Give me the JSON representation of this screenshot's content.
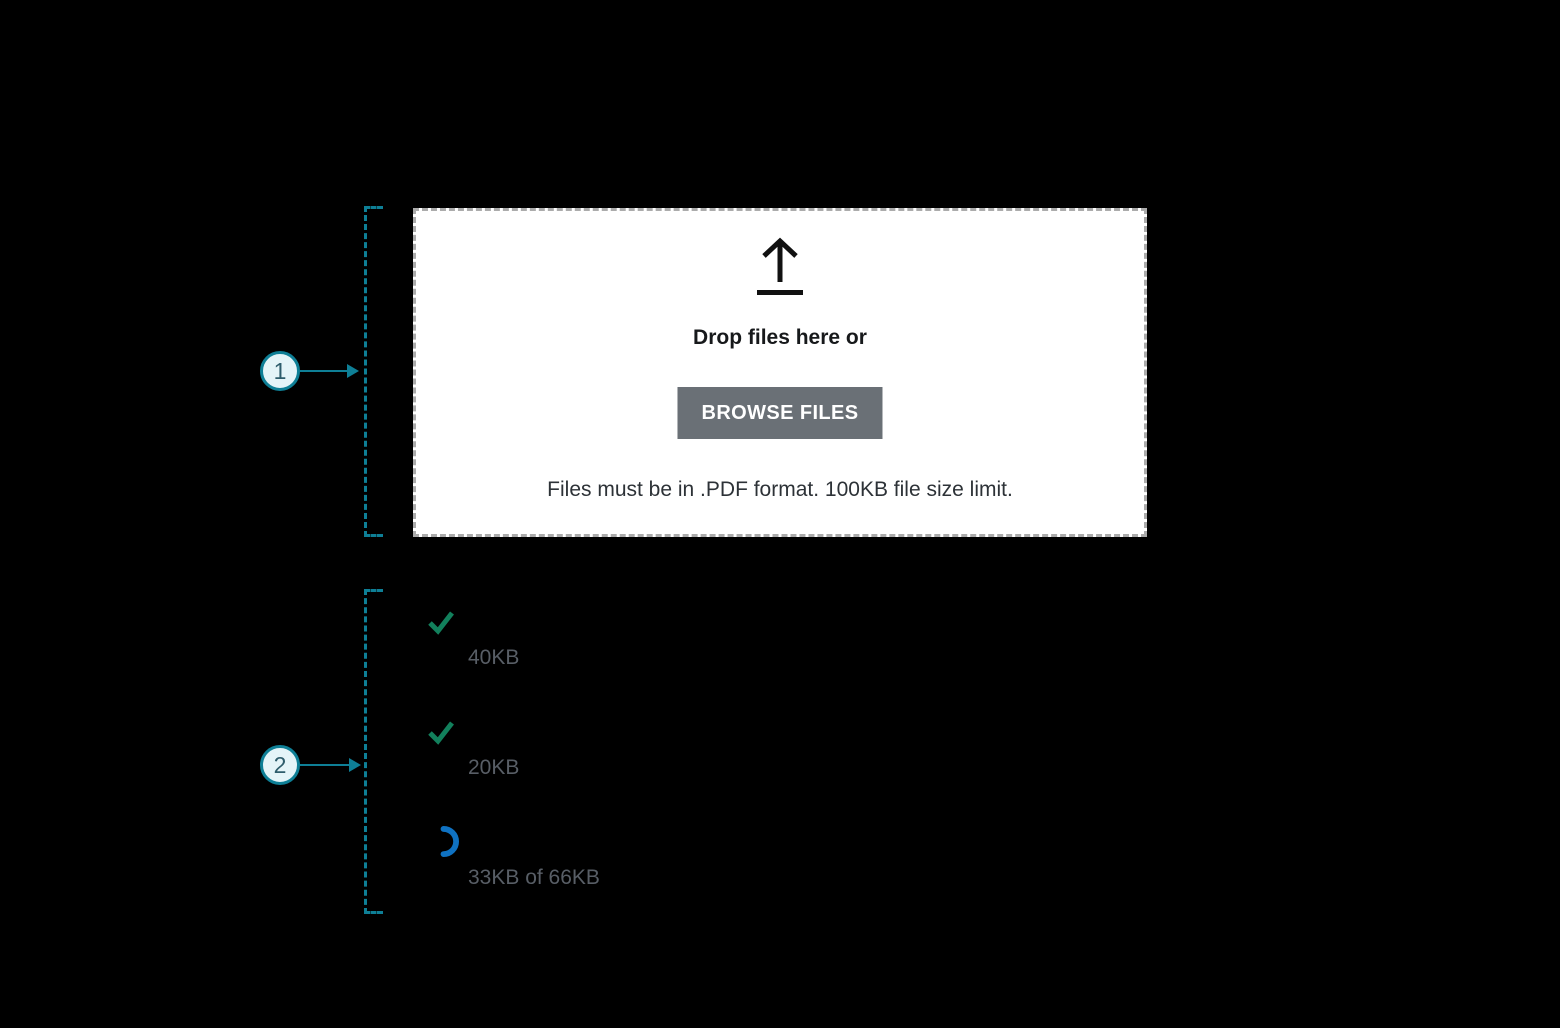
{
  "canvas": {
    "background": "#000000"
  },
  "palette": {
    "annotation_teal": "#0e7f96",
    "annotation_circle_fill": "#e4f4f8",
    "success_green": "#12805c",
    "progress_blue": "#0f72c2",
    "button_gray": "#6a7076",
    "muted_text_gray": "#585e66",
    "dropzone_border_gray": "#ababab",
    "dropzone_background": "#ffffff"
  },
  "annotations": {
    "callouts": [
      {
        "number": "1",
        "target": "dropzone"
      },
      {
        "number": "2",
        "target": "file-list"
      }
    ]
  },
  "dropzone": {
    "icon": "upload-arrow-icon",
    "title": "Drop files here or",
    "button_label": "BROWSE FILES",
    "helper_text": "Files must be in .PDF format. 100KB file size limit."
  },
  "file_list": {
    "items": [
      {
        "status": "complete",
        "icon": "checkmark-icon",
        "size_label": "40KB"
      },
      {
        "status": "complete",
        "icon": "checkmark-icon",
        "size_label": "20KB"
      },
      {
        "status": "uploading",
        "icon": "spinner-icon",
        "size_label": "33KB of 66KB"
      }
    ]
  }
}
